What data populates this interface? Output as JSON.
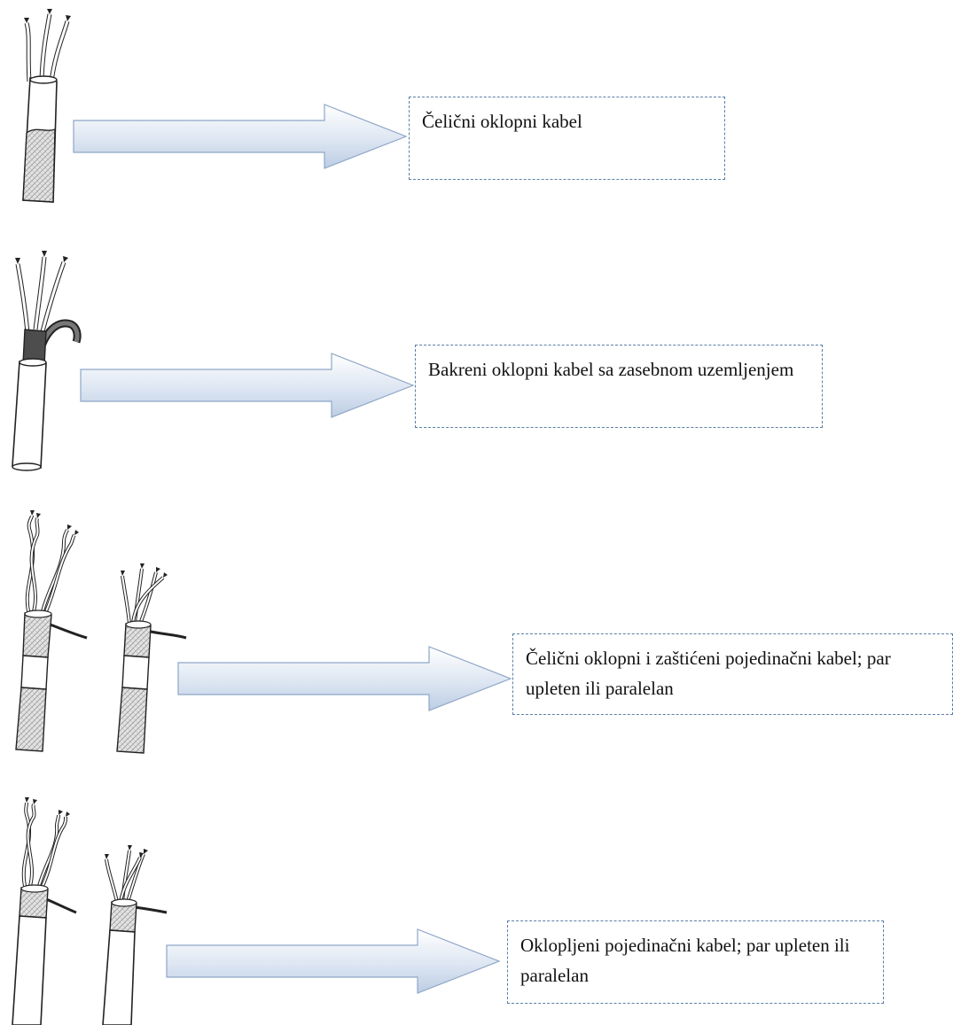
{
  "rows": [
    {
      "label": "Čelični oklopni kabel",
      "cable_type": "steel-armoured"
    },
    {
      "label": "Bakreni oklopni kabel sa zasebnom uzemljenjem",
      "cable_type": "copper-armoured-separate-earth"
    },
    {
      "label": "Čelični oklopni i zaštićeni pojedinačni kabel; par upleten ili paralelan",
      "cable_type": "steel-armoured-screened-pairs"
    },
    {
      "label": "Oklopljeni pojedinačni kabel; par upleten ili paralelan",
      "cable_type": "screened-pairs"
    }
  ],
  "colors": {
    "arrow_fill_light": "#ffffff",
    "arrow_fill_dark": "#bccde4",
    "arrow_stroke": "#8ea6c7",
    "box_border": "#5b7fa6",
    "braid": "#c9c9c9"
  },
  "icons": [
    "cable-icon",
    "arrow-right-icon"
  ]
}
